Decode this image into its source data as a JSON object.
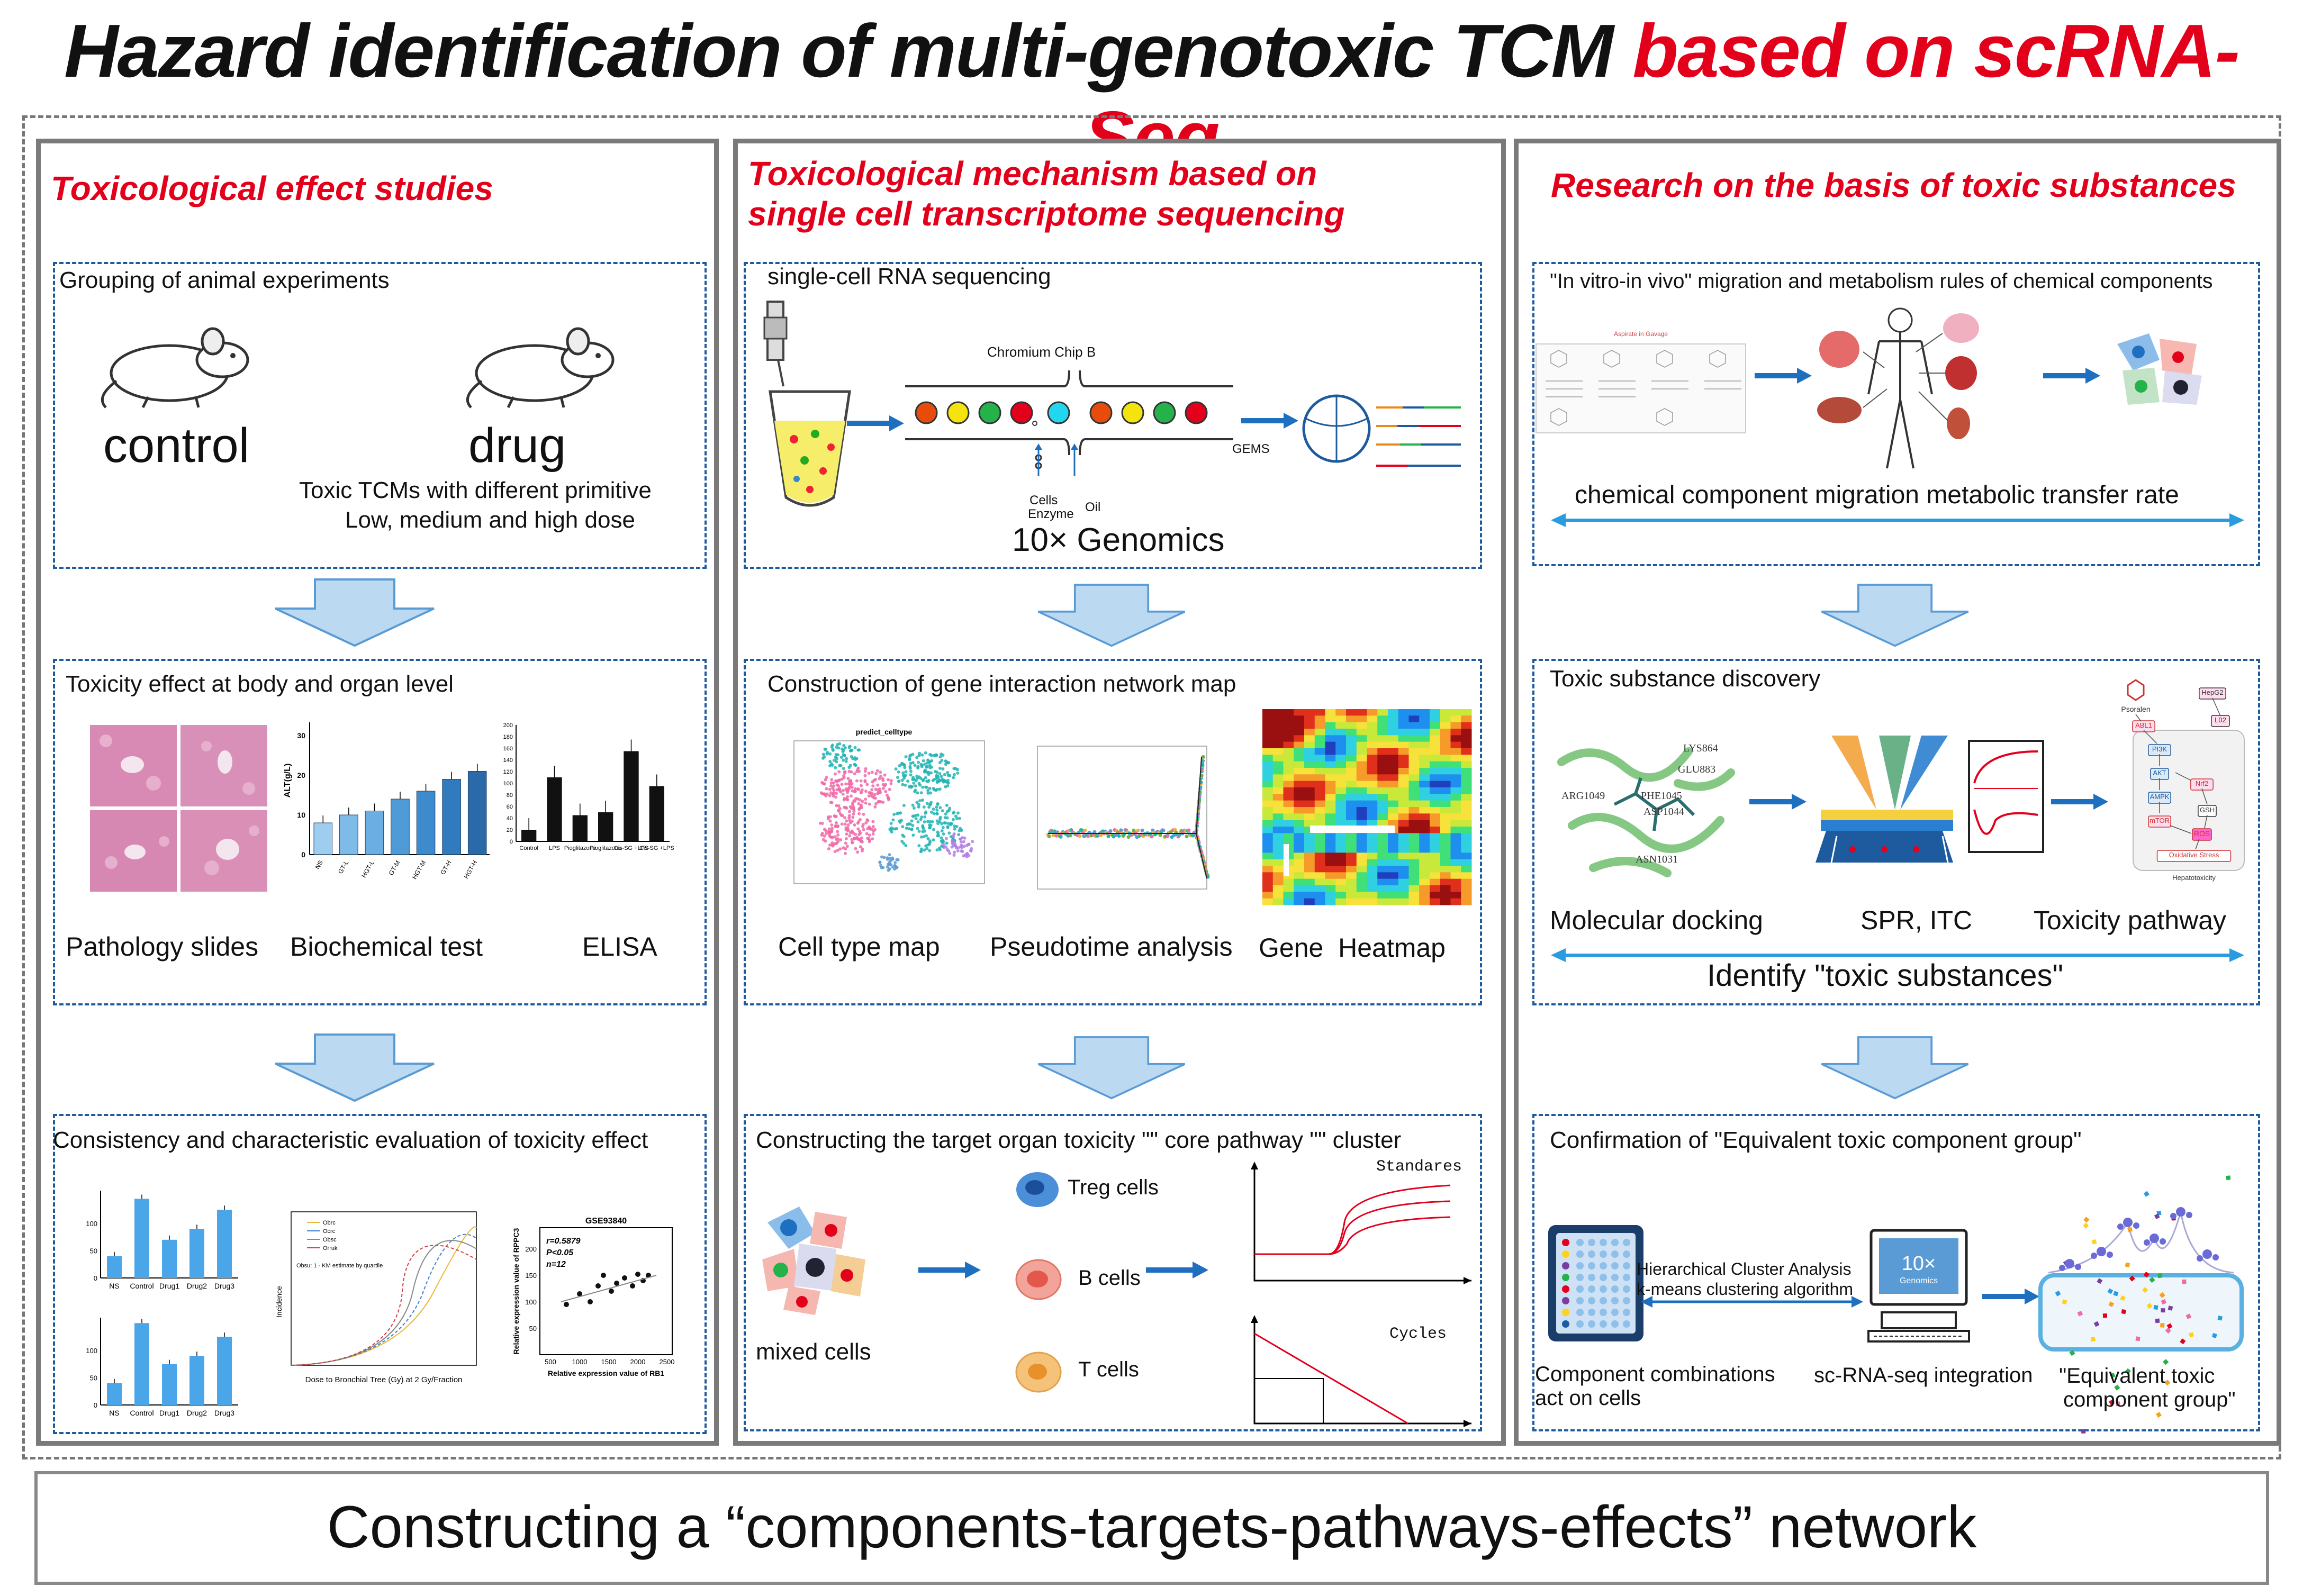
{
  "header": {
    "title_black": "Hazard identification of multi-genotoxic TCM",
    "title_red": "based on scRNA-Seq"
  },
  "colors": {
    "accent_red": "#e3001b",
    "box_blue": "#1e5a9e",
    "arrow_fill": "#bcd9f2",
    "arrow_stroke": "#5a9bd5",
    "bar_blue": "#4aa6e8"
  },
  "panel1": {
    "title": "Toxicological effect studies",
    "box1": {
      "label": "Grouping of animal experiments",
      "control": "control",
      "drug": "drug",
      "line1": "Toxic TCMs with different primitive",
      "line2": "Low, medium and high dose"
    },
    "box2": {
      "label": "Toxicity effect at body and organ level",
      "cap1": "Pathology slides",
      "cap2": "Biochemical test",
      "cap3": "ELISA",
      "alt_ylabel": "ALT(g/L)",
      "alt_ticks": [
        "0",
        "10",
        "20",
        "30"
      ],
      "alt_cats": [
        "NS",
        "GT-L",
        "HGT-L",
        "GT-M",
        "HGT-M",
        "GT-H",
        "HGT-H"
      ],
      "alt_values": [
        8,
        10,
        11,
        14,
        16,
        19,
        21
      ],
      "elisa_ticks": [
        "0",
        "20",
        "40",
        "60",
        "80",
        "100",
        "120",
        "140",
        "160",
        "180",
        "200"
      ],
      "elisa_cats": [
        "Control",
        "LPS",
        "Pioglitazone",
        "Pioglitazone",
        "Cis-SG +LPS",
        "Cis-SG +LPS"
      ],
      "elisa_values": [
        20,
        110,
        45,
        50,
        155,
        95
      ]
    },
    "box3": {
      "label": "Consistency and characteristic evaluation of toxicity effect",
      "bar_cats": [
        "NS",
        "Control",
        "Drug1",
        "Drug2",
        "Drug3"
      ],
      "bar1_values": [
        40,
        145,
        70,
        90,
        125
      ],
      "bar2_values": [
        40,
        150,
        75,
        90,
        125
      ],
      "bar_ticks": [
        "0",
        "50",
        "100"
      ],
      "inc_ylabel": "Incidence",
      "inc_xlabel": "Dose to Bronchial Tree (Gy) at 2 Gy/Fraction",
      "inc_legend": [
        "Obrc",
        "Ocrc",
        "Obsc",
        "Orruk"
      ],
      "inc_note": "Obsu: 1 - KM estimate by quartile",
      "corr_title": "GSE93840",
      "corr_r": "r=0.5879",
      "corr_p": "P<0.05",
      "corr_n": "n=12",
      "corr_xlabel": "Relative expression value of RB1",
      "corr_ylabel": "Relative expression value of RPPC3",
      "corr_xticks": [
        "500",
        "1000",
        "1500",
        "2000",
        "2500"
      ],
      "corr_yticks": [
        "50",
        "100",
        "150",
        "200"
      ]
    }
  },
  "panel2": {
    "title_line1": "Toxicological mechanism based on",
    "title_line2": "single cell transcriptome sequencing",
    "box1": {
      "label": "single-cell RNA sequencing",
      "chip": "Chromium Chip B",
      "gems": "GEMS",
      "cells": "Cells",
      "enzyme": "Enzyme",
      "oil": "Oil",
      "genomics": "10× Genomics"
    },
    "box2": {
      "label": "Construction of gene interaction network map",
      "cap1": "Cell type map",
      "cap2": "Pseudotime analysis",
      "cap3": "Gene  Heatmap",
      "umap_title": "predict_celltype"
    },
    "box3": {
      "label": "Constructing the target organ toxicity \"\" core pathway \"\" cluster",
      "mixed": "mixed cells",
      "treg": "Treg cells",
      "bcells": "B cells",
      "tcells": "T cells",
      "standards": "Standares",
      "cycles": "Cycles"
    }
  },
  "panel3": {
    "title": "Research on the basis of toxic substances",
    "box1": {
      "label": "\"In vitro-in vivo\" migration and metabolism rules of chemical components",
      "rate": "chemical component migration metabolic transfer rate"
    },
    "box2": {
      "label": "Toxic substance discovery",
      "cap1": "Molecular docking",
      "cap2": "SPR, ITC",
      "cap3": "Toxicity pathway",
      "identify": "Identify \"toxic substances\"",
      "dock_labels": [
        "LYS864",
        "GLU883",
        "ARG1049",
        "PHE1045",
        "ASP1044",
        "ASN1031"
      ],
      "path_nodes": [
        "Psoralen",
        "HepG2",
        "ABL1",
        "L02",
        "PI3K",
        "AKT",
        "Nrf2",
        "AMPK",
        "GSH",
        "mTOR",
        "ROS",
        "Oxidative Stress",
        "Hepatotoxicity"
      ]
    },
    "box3": {
      "label": "Confirmation of \"Equivalent toxic component group\"",
      "hca": "Hierarchical Cluster Analysis",
      "kmeans": "k-means clustering algorithm",
      "cap1a": "Component combinations",
      "cap1b": "act on cells",
      "cap2": "sc-RNA-seq integration",
      "cap3a": "\"Equivalent toxic",
      "cap3b": "component group\"",
      "genomics": "10×",
      "genomics_sub": "Genomics"
    }
  },
  "footer": {
    "text": "Constructing a  “components-targets-pathways-effects” network"
  }
}
